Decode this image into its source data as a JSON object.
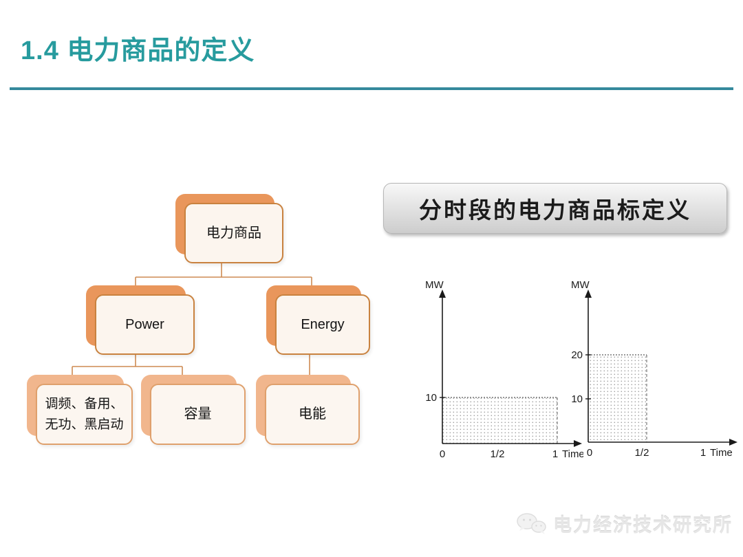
{
  "header": {
    "title": "1.4 电力商品的定义"
  },
  "theme": {
    "title_teal": "#279B9E",
    "divider_teal": "#35899C",
    "node_shadow_orange": "#E9965B",
    "node_shadow_peach": "#F1B68D",
    "node_border_orange": "#C9823F",
    "node_border_peach": "#DFA06C",
    "connector_orange": "#CE8A52"
  },
  "org_chart": {
    "root": {
      "label": "电力商品"
    },
    "level2": [
      {
        "label": "Power"
      },
      {
        "label": "Energy"
      }
    ],
    "level3": [
      {
        "label_line1": "调频、备用、",
        "label_line2": "无功、黑启动"
      },
      {
        "label": "容量"
      },
      {
        "label": "电能"
      }
    ]
  },
  "banner": {
    "label": "分时段的电力商品标定义"
  },
  "chart_data": [
    {
      "type": "area",
      "title": "",
      "ylabel": "MW",
      "xlabel": "Time",
      "xticks": [
        "0",
        "1/2",
        "1"
      ],
      "yticks": [
        "10"
      ],
      "block": {
        "x_start": 0,
        "x_end": 1,
        "height_mw": 10
      },
      "xlim": [
        0,
        1.2
      ],
      "ylim": [
        0,
        14
      ],
      "grid": false,
      "note": "constant 10 MW delivered over the whole interval 0 to 1"
    },
    {
      "type": "area",
      "title": "",
      "ylabel": "MW",
      "xlabel": "Time",
      "xticks": [
        "0",
        "1/2",
        "1"
      ],
      "yticks": [
        "20",
        "10"
      ],
      "block": {
        "x_start": 0,
        "x_end": 0.5,
        "height_mw": 20
      },
      "xlim": [
        0,
        1.2
      ],
      "ylim": [
        0,
        26
      ],
      "grid": false,
      "note": "constant 20 MW delivered over the half interval 0 to 1/2"
    }
  ],
  "footer": {
    "brand": "电力经济技术研究所",
    "icon": "wechat-logo"
  }
}
